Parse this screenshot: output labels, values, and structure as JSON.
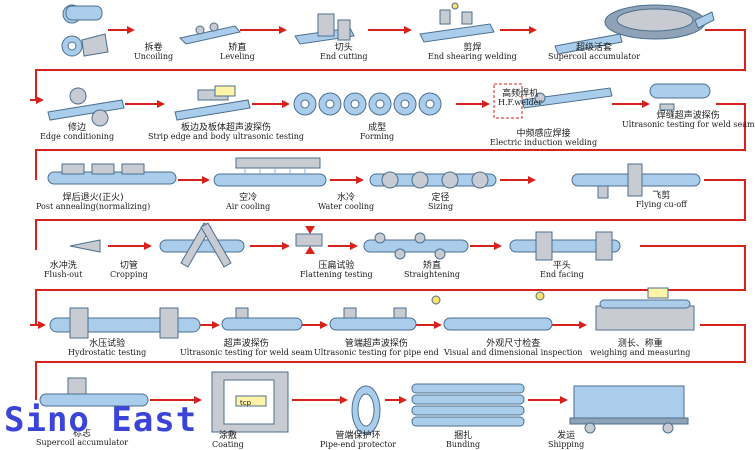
{
  "colors": {
    "flow_line": "#d7221b",
    "pipe_fill": "#a9cdea",
    "pipe_stroke": "#4b6f8f",
    "machine_fill": "#c8ccd2",
    "brand": "#3a45d8"
  },
  "steps": [
    {
      "zh": "拆卷",
      "en": "Uncoiling"
    },
    {
      "zh": "矫直",
      "en": "Leveling"
    },
    {
      "zh": "切头",
      "en": "End cutting"
    },
    {
      "zh": "剪焊",
      "en": "End shearing welding"
    },
    {
      "zh": "超级活套",
      "en": "Supercoil accumulator"
    },
    {
      "zh": "修边",
      "en": "Edge conditioning"
    },
    {
      "zh": "板边及板体超声波探伤",
      "en": "Strip edge and body ultrasonic testing"
    },
    {
      "zh": "成型",
      "en": "Forming"
    },
    {
      "zh": "高频焊机",
      "en": "H.F.welder"
    },
    {
      "zh": "中频感应焊接",
      "en": "Electric induction welding"
    },
    {
      "zh": "焊缝超声波探伤",
      "en": "Ultrasonic testing for weld seam"
    },
    {
      "zh": "焊后退火(正火)",
      "en": "Post annealing(normalizing)"
    },
    {
      "zh": "空冷",
      "en": "Air cooling"
    },
    {
      "zh": "水冷",
      "en": "Water cooling"
    },
    {
      "zh": "定径",
      "en": "Sizing"
    },
    {
      "zh": "飞剪",
      "en": "Flying cu-off"
    },
    {
      "zh": "水冲洗",
      "en": "Flush-out"
    },
    {
      "zh": "切管",
      "en": "Cropping"
    },
    {
      "zh": "压扁试验",
      "en": "Flattening testing"
    },
    {
      "zh": "矫直",
      "en": "Straightening"
    },
    {
      "zh": "平头",
      "en": "End facing"
    },
    {
      "zh": "水压试验",
      "en": "Hydrostatic testing"
    },
    {
      "zh": "超声波探伤",
      "en": "Ultrasonic testing for weld seam"
    },
    {
      "zh": "管端超声波探伤",
      "en": "Ultrasonic testing for pipe end"
    },
    {
      "zh": "外观尺寸检查",
      "en": "Visual and dimensional inspection"
    },
    {
      "zh": "测长、称重",
      "en": "weighing and measuring"
    },
    {
      "zh": "标志",
      "en": "Supercoil accumulator"
    },
    {
      "zh": "涂敷",
      "en": "Coating"
    },
    {
      "zh": "管端保护环",
      "en": "Pipe-end protector"
    },
    {
      "zh": "捆扎",
      "en": "Bunding"
    },
    {
      "zh": "发运",
      "en": "Shipping"
    }
  ],
  "box_label": "tcp",
  "brand": "Sino East"
}
